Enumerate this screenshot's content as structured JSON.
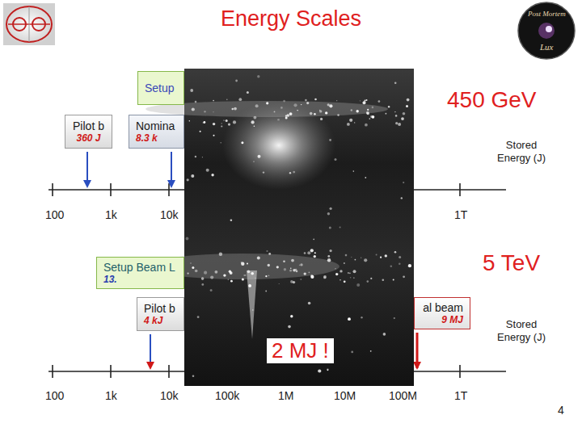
{
  "diagram": {
    "title": "Energy Scales",
    "nodes": [
      {
        "text": [
          "Setup"
        ]
      },
      {
        "text": [
          "Pilot b",
          "360 J"
        ]
      },
      {
        "text": [
          "Nomina",
          "8.3 k"
        ]
      },
      {
        "text": [
          "Setup Beam L",
          "13."
        ]
      },
      {
        "text": [
          "Pilot b",
          "4 kJ"
        ]
      },
      {
        "text": [
          "al beam",
          "9 MJ"
        ]
      }
    ],
    "labels": [
      "450 GeV",
      "Stored Energy (J)",
      "100",
      "1k",
      "10k",
      "1T",
      "5 TeV",
      "Stored Energy (J)",
      "2 MJ !",
      "100",
      "1k",
      "10k",
      "100k",
      "1M",
      "10M",
      "100M",
      "1T",
      "4",
      "Post Mortem",
      "Lux"
    ]
  }
}
